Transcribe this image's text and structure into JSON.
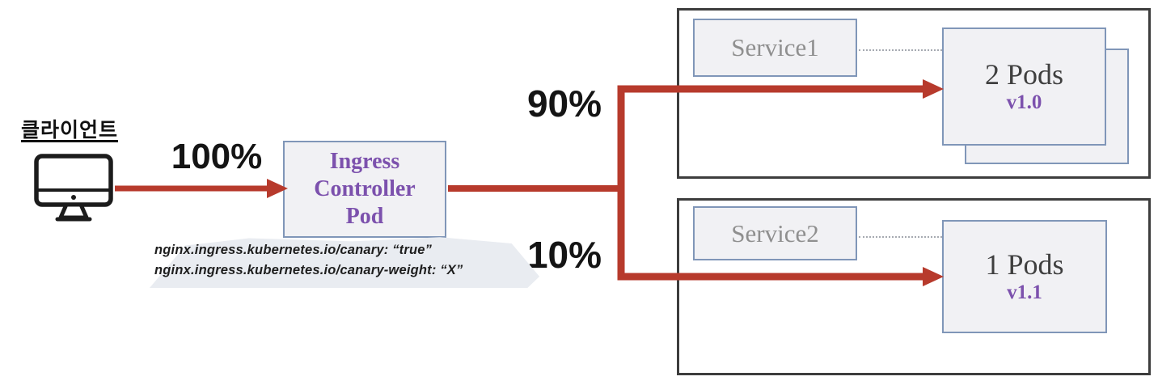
{
  "labels": {
    "client": "클라이언트",
    "traffic_total": "100%",
    "traffic_stable": "90%",
    "traffic_canary": "10%"
  },
  "ingress": {
    "line1": "Ingress",
    "line2": "Controller",
    "line3": "Pod"
  },
  "annotation": {
    "line1": "nginx.ingress.kubernetes.io/canary: “true”",
    "line2": "nginx.ingress.kubernetes.io/canary-weight: “X”"
  },
  "stable_group": {
    "service": "Service1",
    "pods": "2 Pods",
    "version": "v1.0"
  },
  "canary_group": {
    "service": "Service2",
    "pods": "1 Pods",
    "version": "v1.1"
  },
  "icons": {
    "client_monitor": "monitor-icon"
  },
  "colors": {
    "arrow_red": "#b73a2c",
    "purple_text": "#7c51ad",
    "box_fill": "#f1f1f4",
    "box_border": "#8096b8",
    "container_border": "#3d3d3d",
    "service_text": "#8f8f8f",
    "annotation_blob": "#e9ecf1"
  }
}
